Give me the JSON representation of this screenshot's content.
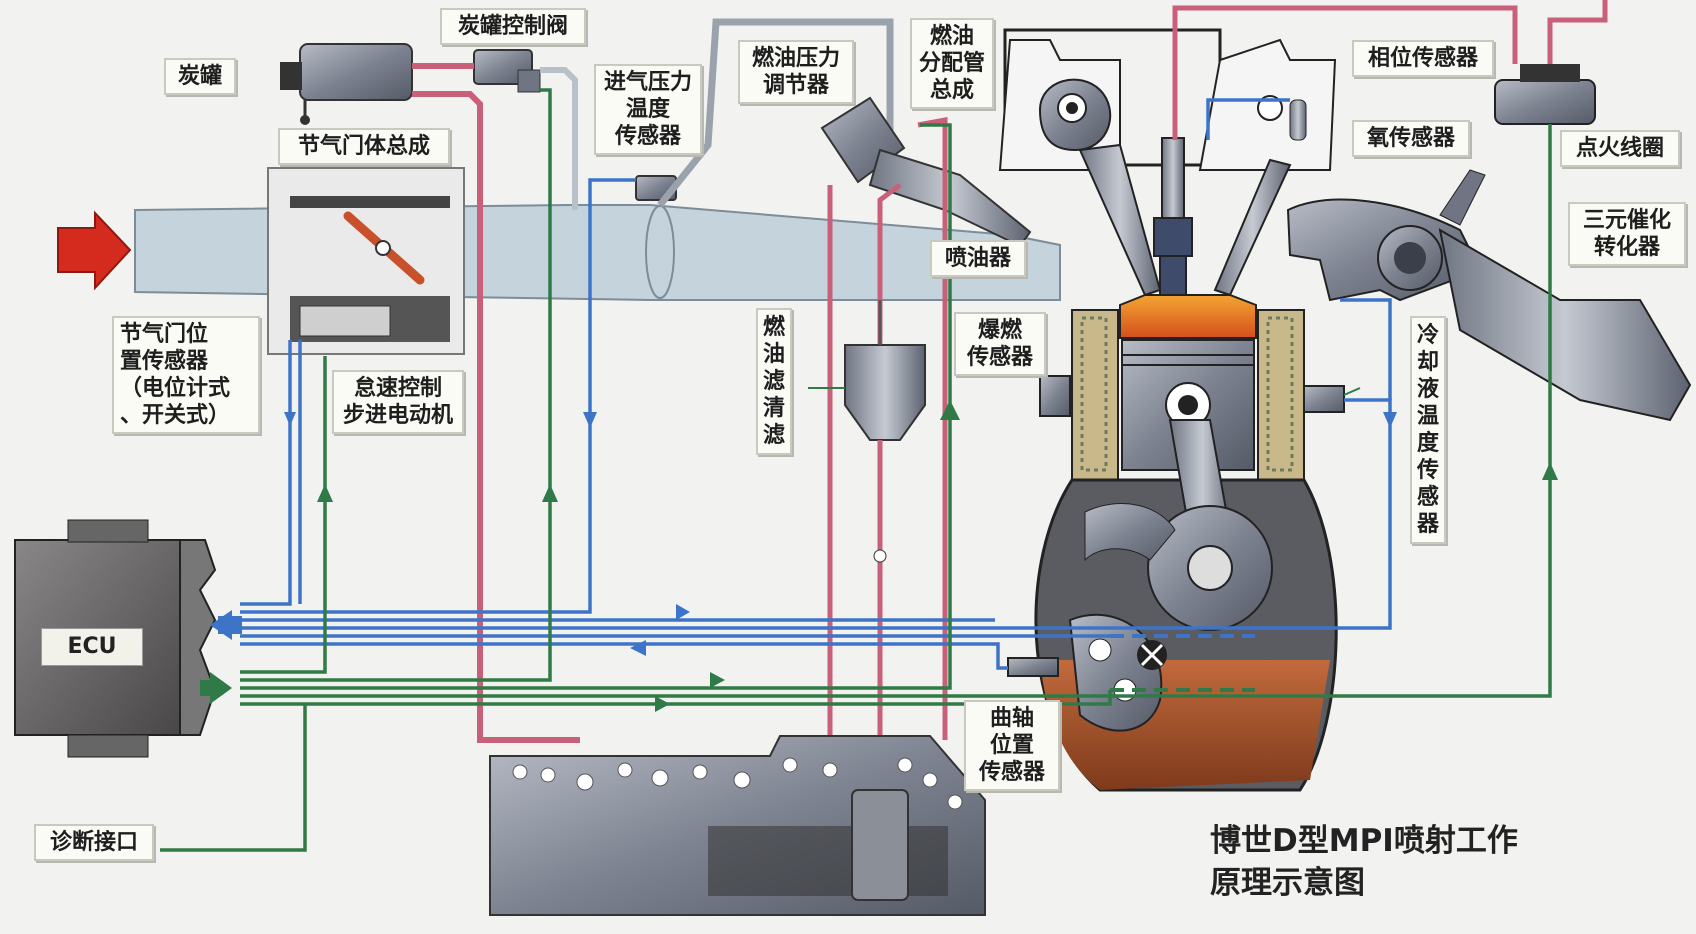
{
  "title": "博世D型MPI喷射工作原理示意图",
  "title_line1": "博世D型MPI喷射工作",
  "title_line2": "原理示意图",
  "labels": {
    "canister": "炭罐",
    "canister_valve": "炭罐控制阀",
    "throttle_body": "节气门体总成",
    "intake_pressure_temp_sensor": [
      "进气压力",
      "温度",
      "传感器"
    ],
    "fuel_pressure_regulator": [
      "燃油压力",
      "调节器"
    ],
    "fuel_rail": [
      "燃油",
      "分配管",
      "总成"
    ],
    "phase_sensor": "相位传感器",
    "oxygen_sensor": "氧传感器",
    "ignition_coil": "点火线圈",
    "catalytic_converter": [
      "三元催化",
      "转化器"
    ],
    "injector": "喷油器",
    "throttle_position_sensor": [
      "节气门位",
      "置传感器",
      "（电位计式",
      "、开关式）"
    ],
    "idle_stepper_motor": [
      "怠速控制",
      "步进电动机"
    ],
    "fuel_filter": [
      "燃",
      "油",
      "滤",
      "清",
      "滤"
    ],
    "knock_sensor": [
      "爆燃",
      "传感器"
    ],
    "coolant_temp_sensor": [
      "冷",
      "却",
      "液",
      "温",
      "度",
      "传",
      "感",
      "器"
    ],
    "crankshaft_position_sensor": [
      "曲轴",
      "位置",
      "传感器"
    ],
    "ecu": "ECU",
    "diagnostic_port": "诊断接口"
  },
  "colors": {
    "signal_in": "#3d74c8",
    "signal_out": "#2f7a46",
    "fuel_line": "#c8607a",
    "air_flow_arrow": "#d42b1e",
    "intake_pipe": "#c5d3dc",
    "engine_metal": "#8c8f97",
    "combustion": "#e8731c",
    "oil": "#b5532a"
  },
  "icons": [
    "air-intake-arrow",
    "throttle-plate",
    "fuel-pump",
    "spark-plug",
    "piston",
    "crankshaft",
    "camshaft"
  ]
}
